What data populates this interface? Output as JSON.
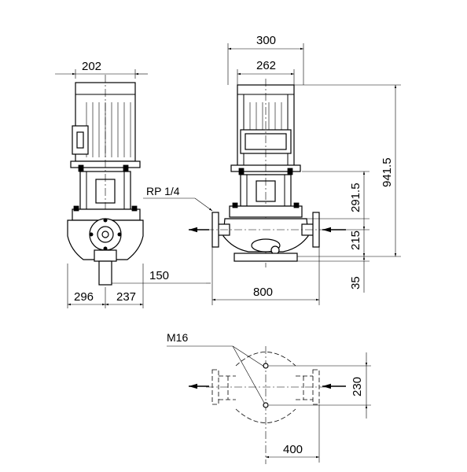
{
  "dimensions": {
    "side_width": "202",
    "front_outer_width": "300",
    "front_inner_width": "262",
    "total_height": "941.5",
    "motor_to_flange_height": "291.5",
    "flange_height": "215",
    "base_height": "35",
    "port_to_port_length": "800",
    "offset_horizontal": "150",
    "left_depth": "296",
    "right_depth": "237",
    "footprint_depth": "230",
    "footprint_length": "400"
  },
  "labels": {
    "vent_port": "RP 1/4",
    "bolt_thread": "M16"
  },
  "colors": {
    "line": "#000000",
    "background": "#ffffff"
  }
}
